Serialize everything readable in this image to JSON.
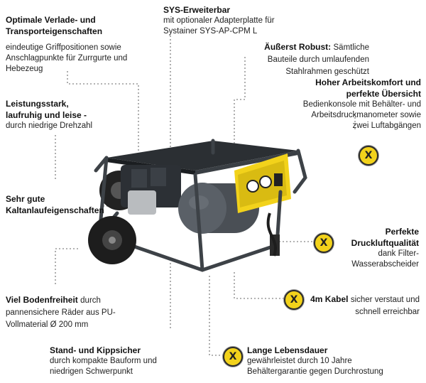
{
  "callouts": {
    "verlade": {
      "title": "Optimale Verlade- und Transporteigenschaften",
      "text": "eindeutige Griffpositionen sowie Anschlagpunkte für Zurrgurte und Hebezeug"
    },
    "sys": {
      "title": "SYS-Erweiterbar",
      "text": "mit optionaler Adapterplatte für Systainer SYS-AP-CPM L"
    },
    "robust": {
      "title": "Äußerst Robust:",
      "text": "Sämtliche Bauteile durch umlaufenden Stahlrahmen geschützt"
    },
    "leistung": {
      "title": "Leistungsstark, laufruhig und leise -",
      "text": "durch niedrige Drehzahl"
    },
    "komfort": {
      "title": "Hoher Arbeitskomfort und perfekte Übersicht",
      "text": "Bedienkonsole mit Behälter- und Arbeitsdruckmanometer sowie zwei Luftabgängen"
    },
    "kaltanlauf": {
      "title": "Sehr gute Kaltanlaufeigenschaften",
      "text": ""
    },
    "druckluft": {
      "title": "Perfekte Druckluftqualität",
      "text": "dank Filter-Wasserabscheider"
    },
    "boden": {
      "title": "Viel Bodenfreiheit",
      "text": "durch pannensichere Räder aus PU-Vollmaterial Ø 200 mm"
    },
    "kabel": {
      "title": "4m Kabel",
      "text": "sicher verstaut und schnell erreichbar"
    },
    "stand": {
      "title": "Stand- und Kippsicher",
      "text": "durch kompakte Bauform und niedrigen Schwerpunkt"
    },
    "lebensdauer": {
      "title": "Lange Lebensdauer",
      "text": "gewährleistet durch 10 Jahre Behältergarantie gegen Durchrostung"
    }
  },
  "badge_symbol": "X",
  "colors": {
    "accent": "#f2d21b",
    "frame": "#3d4247",
    "tank": "#4a4f55",
    "leader": "#9a9a9a"
  }
}
